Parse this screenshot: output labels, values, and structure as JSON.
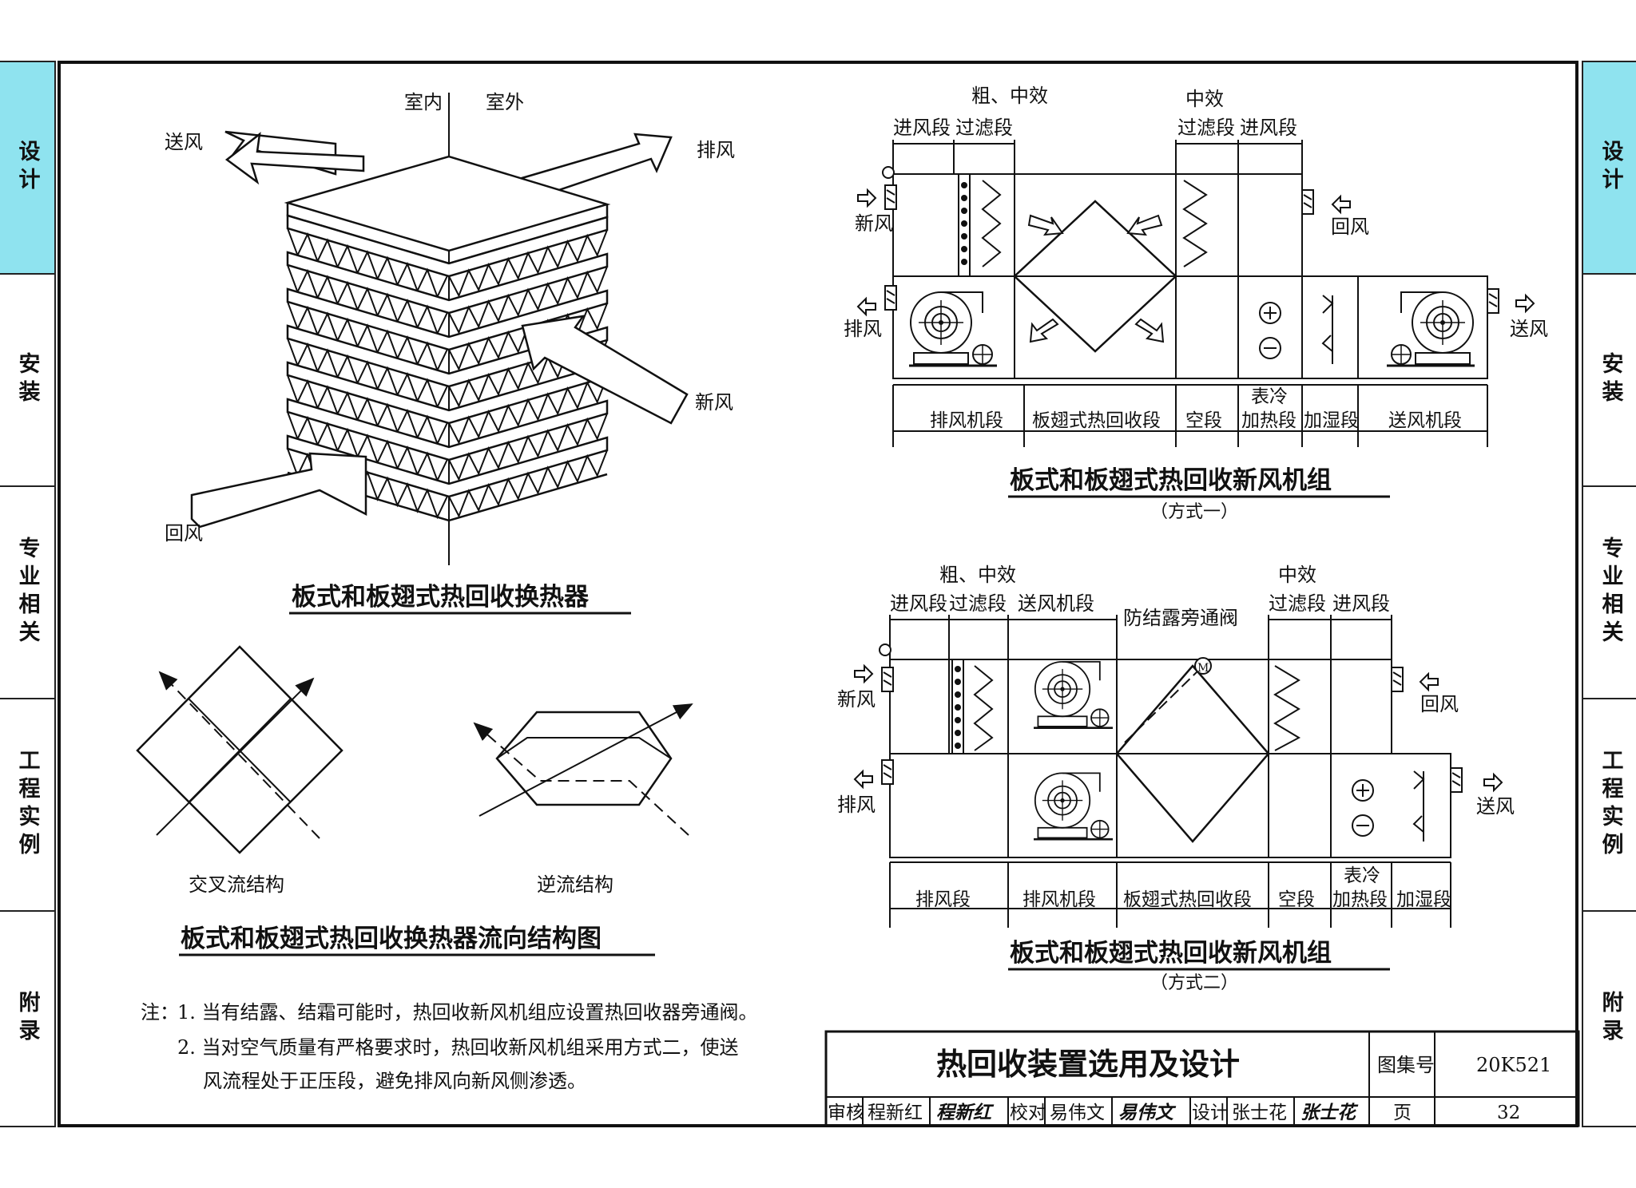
{
  "side_tabs": [
    "设计",
    "安装",
    "专业相关",
    "工程实例",
    "附录"
  ],
  "active_tab": 0,
  "tab_color": "#8fe3ef",
  "exchanger": {
    "indoor": "室内",
    "outdoor": "室外",
    "supply_air": "送风",
    "exhaust_air": "排风",
    "fresh_air": "新风",
    "return_air": "回风",
    "title": "板式和板翅式热回收换热器"
  },
  "flow": {
    "cross_label": "交叉流结构",
    "counter_label": "逆流结构",
    "title": "板式和板翅式热回收换热器流向结构图"
  },
  "unit1": {
    "hdr_rough_mid": "粗、中效",
    "hdr_inlet": "进风段",
    "hdr_filter": "过滤段",
    "hdr_mid": "中效",
    "hdr_filter2": "过滤段",
    "hdr_inlet2": "进风段",
    "fresh": "新风",
    "return": "回风",
    "exhaust": "排风",
    "supply": "送风",
    "sec_exhaust_fan": "排风机段",
    "sec_recovery": "板翅式热回收段",
    "sec_empty": "空段",
    "sec_coil_top": "表冷",
    "sec_coil_bottom": "加热段",
    "sec_humid": "加湿段",
    "sec_supply_fan": "送风机段",
    "title": "板式和板翅式热回收新风机组",
    "subtitle": "（方式一）"
  },
  "unit2": {
    "hdr_rough_mid": "粗、中效",
    "hdr_inlet": "进风段",
    "hdr_filter": "过滤段",
    "hdr_supply_fan": "送风机段",
    "hdr_bypass": "防结露旁通阀",
    "hdr_mid": "中效",
    "hdr_filter2": "过滤段",
    "hdr_inlet2": "进风段",
    "fresh": "新风",
    "return": "回风",
    "exhaust": "排风",
    "supply": "送风",
    "sec_exhaust": "排风段",
    "sec_exhaust_fan": "排风机段",
    "sec_recovery": "板翅式热回收段",
    "sec_empty": "空段",
    "sec_coil_top": "表冷",
    "sec_coil_bottom": "加热段",
    "sec_humid": "加湿段",
    "title": "板式和板翅式热回收新风机组",
    "subtitle": "（方式二）"
  },
  "notes": {
    "prefix": "注：",
    "n1": "1.  当有结露、结霜可能时，热回收新风机组应设置热回收器旁通阀。",
    "n2a": "2.  当对空气质量有严格要求时，热回收新风机组采用方式二，使送",
    "n2b": "风流程处于正压段，避免排风向新风侧渗透。"
  },
  "title_block": {
    "title": "热回收装置选用及设计",
    "atlas_label": "图集号",
    "atlas_no": "20K521",
    "page_label": "页",
    "page_no": "32",
    "review_label": "审核",
    "reviewer": "程新红",
    "reviewer_sign": "程新红",
    "check_label": "校对",
    "checker": "易伟文",
    "checker_sign": "易伟文",
    "design_label": "设计",
    "designer": "张士花",
    "designer_sign": "张士花"
  }
}
